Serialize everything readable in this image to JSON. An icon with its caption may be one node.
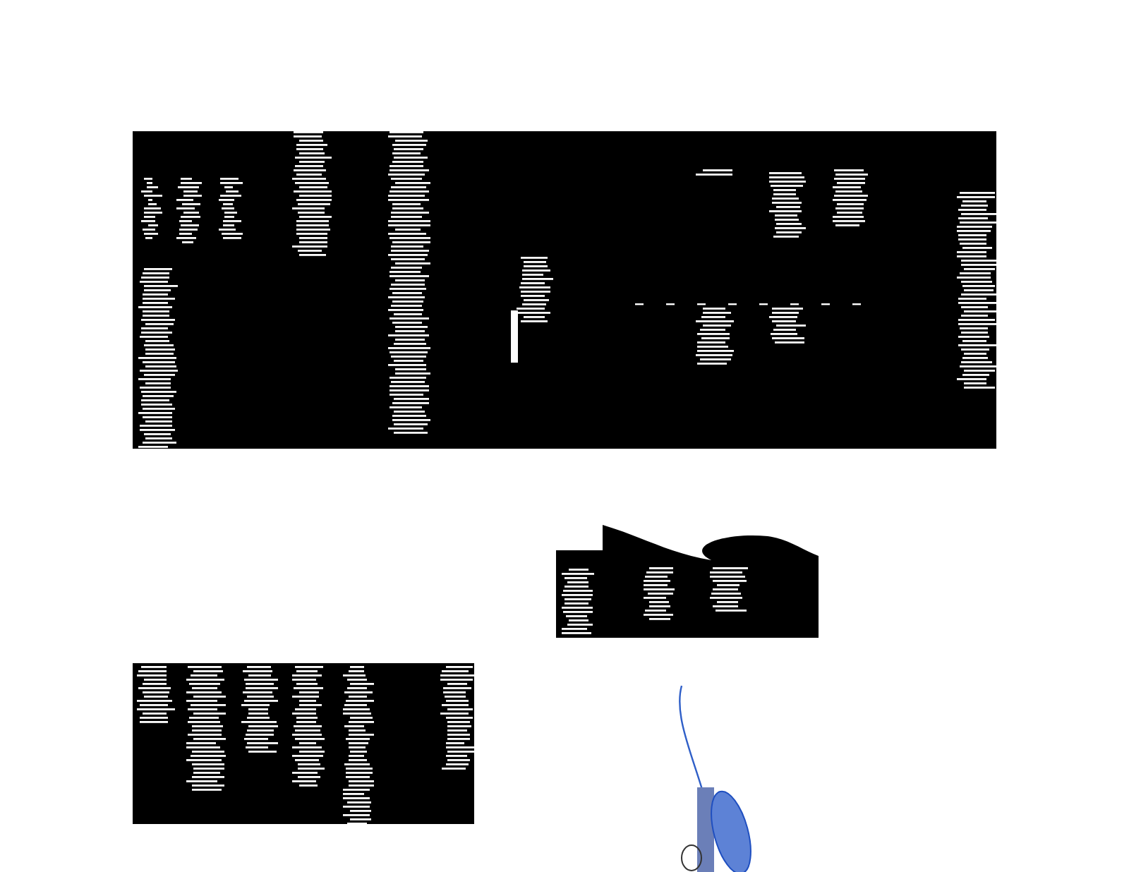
{
  "diagram": {
    "nodes": [
      {
        "text": [],
        "shape": "box"
      },
      {
        "text": [],
        "shape": "box"
      },
      {
        "text": [],
        "shape": "box"
      },
      {
        "text": [],
        "shape": "picture"
      }
    ]
  }
}
